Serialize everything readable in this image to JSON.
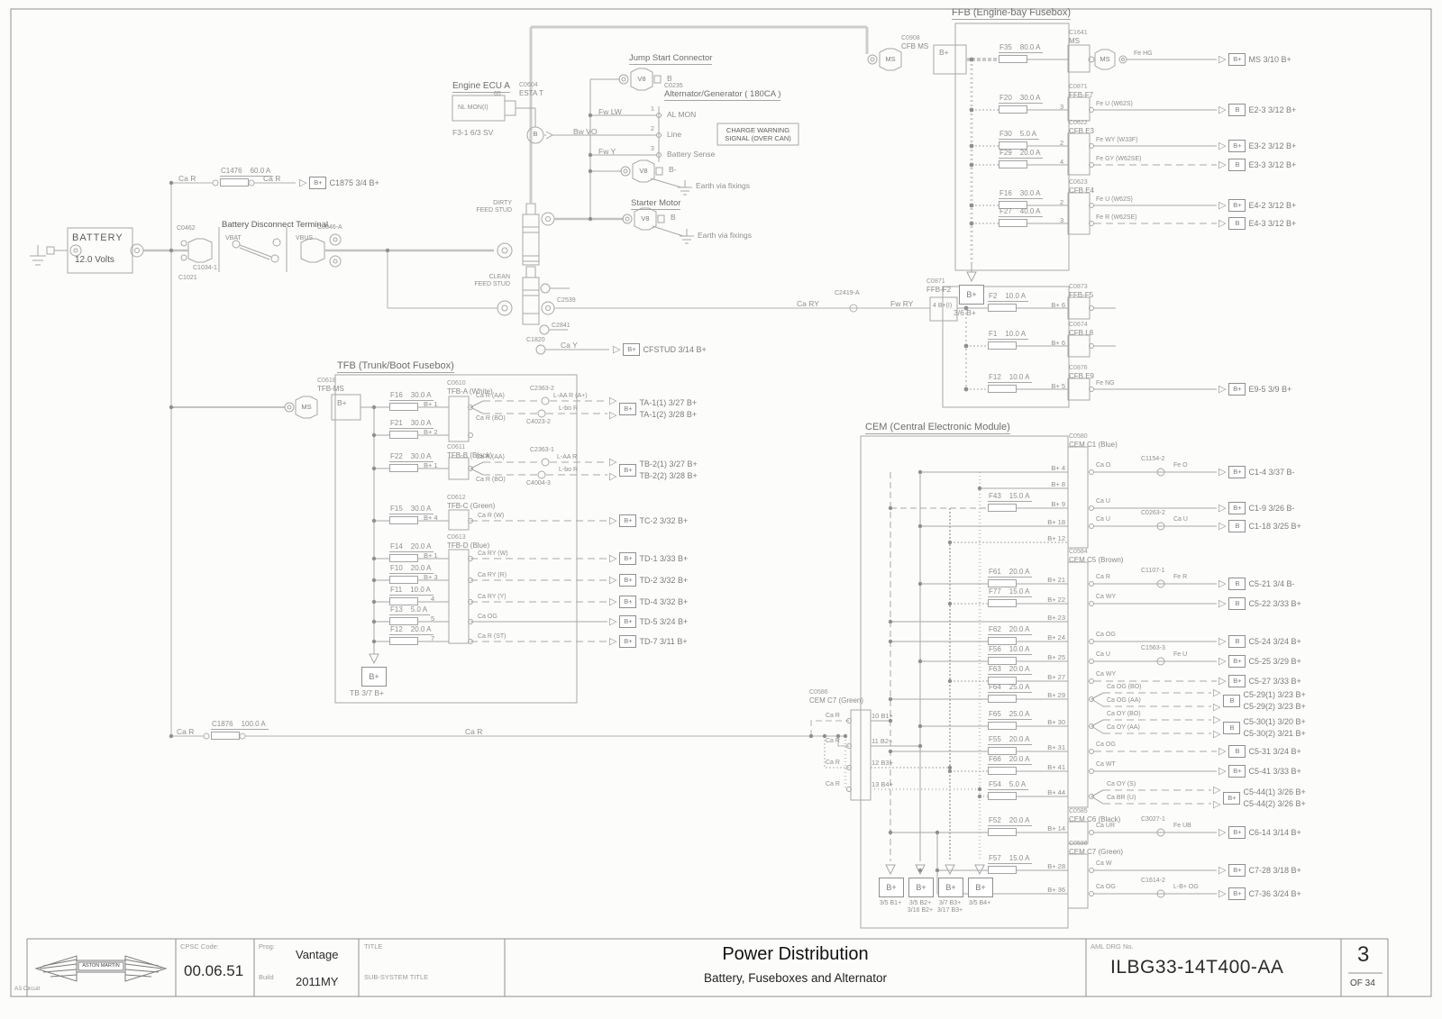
{
  "icons": {
    "dest_arrow": "▷"
  },
  "sheet": {
    "corner": "A3  Circuit"
  },
  "titleblock": {
    "logo": "ASTON MARTIN",
    "cpsc_label": "CPSC Code:",
    "cpsc": "00.06.51",
    "prog_label": "Prog:",
    "prog": "Vantage",
    "build_label": "Build",
    "build": "2011MY",
    "title_label": "TITLE",
    "subtitle_label": "SUB-SYSTEM TITLE",
    "title": "Power Distribution",
    "subtitle": "Battery, Fuseboxes and Alternator",
    "drg_label": "AML DRG No.",
    "drg": "ILBG33-14T400-AA",
    "page": "3",
    "of": "OF 34"
  },
  "battery": {
    "name": "BATTERY",
    "volts": "12.0 Volts",
    "c1": "C0462",
    "c2": "C1034-1",
    "c3": "C1021"
  },
  "disconnect": {
    "title": "Battery Disconnect Terminal",
    "vbat": "VBAT",
    "vbus": "VBUS",
    "conn": "C0046-A"
  },
  "linkA": {
    "wire_l": "Ca R",
    "conn": "C1476",
    "amps": "60.0 A",
    "wire_r": "Ca R",
    "dest_pin": "B+",
    "dest": "C1875 3/4 B+"
  },
  "linkB": {
    "wire_l": "Ca R",
    "conn": "C1876",
    "amps": "100.0 A",
    "wire_r": "Ca R"
  },
  "ecu": {
    "title": "Engine ECU A",
    "inner": "NL MON(I)",
    "conn": "C0604",
    "conn_name": "ESTA T",
    "pin": "65",
    "ref": "F3-1 6/3 SV",
    "circle": "B"
  },
  "jump": {
    "title": "Jump Start Connector",
    "icon": "V8",
    "pin": "B"
  },
  "alt": {
    "conn": "C0235",
    "title": "Alternator/Generator ( 180CA )",
    "p1": "1",
    "p1n": "AL MON",
    "w1": "Fw LW",
    "p2": "2",
    "p2n": "Line",
    "w2": "Bw VO",
    "p3": "3",
    "p3n": "Battery Sense",
    "w3": "Fw Y",
    "warn1": "CHARGE WARNING",
    "warn2": "SIGNAL (OVER CAN)",
    "icon": "V8",
    "pin": "B-",
    "earth": "Earth via fixings"
  },
  "starter": {
    "title": "Starter Motor",
    "icon": "V8",
    "pin": "B",
    "earth": "Earth via fixings"
  },
  "studs": {
    "dirty1": "DIRTY",
    "dirty2": "FEED STUD",
    "clean1": "CLEAN",
    "clean2": "FEED STUD",
    "c1": "C2539",
    "c2": "C2841",
    "c3": "C1820",
    "wire": "Ca Y",
    "dest_pin": "B+",
    "dest": "CFSTUD 3/14 B+"
  },
  "ffb": {
    "title": "FFB (Engine-bay Fusebox)",
    "in_conn": "C0908",
    "in_name": "CFB MS",
    "in_icon": "MS",
    "in_pin": "B+",
    "ms": {
      "fuse": "F35",
      "amps": "80.0 A",
      "conn": "C1641",
      "name": "MS",
      "icon": "MS",
      "wire": "Fe HG",
      "dest_pin": "B+",
      "dest": "MS 3/10 B+"
    },
    "g1_conn": "C0871",
    "g1_name": "FFB-F7",
    "f20": {
      "fuse": "F20",
      "amps": "30.0 A",
      "pin": "3",
      "wire": "Fe U (W62S)",
      "dest_pin": "B",
      "dest": "E2-3 3/12 B+"
    },
    "g2_conn": "C0622",
    "g2_name": "CFB E3",
    "f30": {
      "fuse": "F30",
      "amps": "5.0 A",
      "pin": "2",
      "wire": "Fe WY (W33F)",
      "dest_pin": "B+",
      "dest": "E3-2 3/12 B+"
    },
    "f29": {
      "fuse": "F29",
      "amps": "20.0 A",
      "pin": "4",
      "wire": "Fe GY (W62SE)",
      "dest_pin": "B",
      "dest": "E3-3 3/12 B+"
    },
    "g3_conn": "C0623",
    "g3_name": "CFB E4",
    "f16": {
      "fuse": "F16",
      "amps": "30.0 A",
      "pin": "2",
      "wire": "Fe U (W62S)",
      "dest_pin": "B+",
      "dest": "E4-2 3/12 B+"
    },
    "f27": {
      "fuse": "F27",
      "amps": "40.0 A",
      "pin": "3",
      "wire": "Fe R (W62SE)",
      "dest_pin": "B",
      "dest": "E4-3 3/12 B+"
    },
    "bplus": "B+",
    "bplus_ref": "3/6 B+",
    "f2in_conn": "C0871",
    "f2in_name": "FFB-F2",
    "f2in_pin": "4  B+(I)",
    "f2in_wire": "Ca RY",
    "f2in_mid": "C2419-A",
    "f2in_wire2": "Fw RY",
    "g4_conn": "C0873",
    "g4_name": "FFB-F5",
    "f2": {
      "fuse": "F2",
      "amps": "10.0 A",
      "pin": "B+ 6"
    },
    "g5_conn": "C0674",
    "g5_name": "CFB L8",
    "f1": {
      "fuse": "F1",
      "amps": "10.0 A",
      "pin": "B+ 6"
    },
    "g6_conn": "C0876",
    "g6_name": "CFB E9",
    "f12": {
      "fuse": "F12",
      "amps": "10.0 A",
      "pin": "B+ 5",
      "wire": "Fe NG",
      "dest_pin": "B+",
      "dest": "E9-5 3/9 B+"
    }
  },
  "tfb": {
    "title": "TFB (Trunk/Boot Fusebox)",
    "in_conn": "C0618",
    "in_name": "TFB-MS",
    "in_icon": "MS",
    "in_pin": "B+",
    "ga_conn": "C0610",
    "ga_name": "TFB-A (White)",
    "f16": {
      "fuse": "F16",
      "amps": "30.0 A",
      "pin": "B+ 1",
      "w1": "Ca R (AA)",
      "m1": "C2363-2",
      "mw1": "L-AA R (A+)",
      "w2": "Ca R (BO)",
      "m2": "C4023-2",
      "mw2": "L-bo R",
      "dest_pin": "B+",
      "d1": "TA-1(1) 3/27 B+",
      "d2": "TA-1(2) 3/28 B+"
    },
    "f21": {
      "fuse": "F21",
      "amps": "30.0 A",
      "pin": "B+ 2"
    },
    "gb_conn": "C0611",
    "gb_name": "TFB-B (Black)",
    "f22": {
      "fuse": "F22",
      "amps": "30.0 A",
      "pin": "B+ 1",
      "w1": "Ca R (AA)",
      "m1": "C2363-1",
      "mw1": "L-AA R",
      "w2": "Ca R (BO)",
      "m2": "C4004-3",
      "mw2": "L-bo R",
      "dest_pin": "B+",
      "d1": "TB-2(1) 3/27 B+",
      "d2": "TB-2(2) 3/28 B+"
    },
    "gc_conn": "C0612",
    "gc_name": "TFB-C (Green)",
    "f15": {
      "fuse": "F15",
      "amps": "30.0 A",
      "pin": "B+ 4",
      "wire": "Ca R (W)",
      "dest_pin": "B+",
      "dest": "TC-2 3/32 B+"
    },
    "gd_conn": "C0613",
    "gd_name": "TFB-D (Blue)",
    "f14": {
      "fuse": "F14",
      "amps": "20.0 A",
      "pin": "B+ 1",
      "wire": "Ca RY (W)",
      "dest_pin": "B+",
      "dest": "TD-1 3/33 B+"
    },
    "f10": {
      "fuse": "F10",
      "amps": "20.0 A",
      "pin": "B+ 3",
      "wire": "Ca RY (R)",
      "dest_pin": "B+",
      "dest": "TD-2 3/32 B+"
    },
    "f11": {
      "fuse": "F11",
      "amps": "10.0 A",
      "pin": "4",
      "wire": "Ca RY (Y)",
      "dest_pin": "B+",
      "dest": "TD-4 3/32 B+"
    },
    "f13": {
      "fuse": "F13",
      "amps": "5.0 A",
      "pin": "5",
      "wire": "Ca OG",
      "dest_pin": "B+",
      "dest": "TD-5 3/24 B+"
    },
    "f12": {
      "fuse": "F12",
      "amps": "20.0 A",
      "pin": "7",
      "wire": "Ca R (ST)",
      "dest_pin": "B+",
      "dest": "TD-7 3/11 B+"
    },
    "bplus": "B+",
    "bplus_ref": "TB 3/7 B+"
  },
  "cem": {
    "title": "CEM (Central Electronic Module)",
    "c1_conn": "C0580",
    "c1_name": "CEM C1 (Blue)",
    "r1": {
      "pin": "B+ 4",
      "wire": "Ca O",
      "mid": "C1154-2",
      "mw": "Fe O",
      "dest_pin": "B+",
      "dest": "C1-4 3/37 B-"
    },
    "r2": {
      "pin": "B+ 8"
    },
    "r3": {
      "fuse": "F43",
      "amps": "15.0 A",
      "pin": "B+ 9",
      "wire": "Ca U",
      "dest_pin": "B+",
      "dest": "C1-9 3/26 B-"
    },
    "r4": {
      "pin": "B+ 18",
      "wire": "Ca U",
      "mid": "C0263-2",
      "mw": "Ca U",
      "dest_pin": "B",
      "dest": "C1-18 3/25 B+"
    },
    "r5": {
      "pin": "B+ 12"
    },
    "c5_conn": "C0584",
    "c5_name": "CEM C5 (Brown)",
    "f61": {
      "fuse": "F61",
      "amps": "20.0 A",
      "pin": "B+ 21",
      "wire": "Ca R",
      "mid": "C1107-1",
      "mw": "Fe R",
      "dest_pin": "B",
      "dest": "C5-21 3/4 B-"
    },
    "f77": {
      "fuse": "F77",
      "amps": "15.0 A",
      "pin": "B+ 22",
      "wire": "Ca WY",
      "dest_pin": "B",
      "dest": "C5-22 3/33 B+"
    },
    "r23": {
      "pin": "B+ 23"
    },
    "f62": {
      "fuse": "F62",
      "amps": "20.0 A",
      "pin": "B+ 24",
      "wire": "Ca OG",
      "dest_pin": "B",
      "dest": "C5-24 3/24 B+"
    },
    "f56": {
      "fuse": "F56",
      "amps": "10.0 A",
      "pin": "B+ 25",
      "wire": "Ca U",
      "mid": "C1563-3",
      "mw": "Fe U",
      "dest_pin": "B+",
      "dest": "C5-25 3/29 B+"
    },
    "f63": {
      "fuse": "F63",
      "amps": "20.0 A",
      "pin": "B+ 27",
      "wire": "Ca WY",
      "dest_pin": "B+",
      "dest": "C5-27 3/33 B+"
    },
    "f64": {
      "fuse": "F64",
      "amps": "25.0 A",
      "pin": "B+ 29",
      "w1": "Ca OG (BO)",
      "w2": "Ca OG (AA)",
      "dest_pin": "B",
      "d1": "C5-29(1) 3/23 B+",
      "d2": "C5-29(2) 3/23 B+"
    },
    "f65": {
      "fuse": "F65",
      "amps": "25.0 A",
      "pin": "B+ 30",
      "w1": "Ca OY (BO)",
      "w2": "Ca OY (AA)",
      "dest_pin": "B",
      "d1": "C5-30(1) 3/20 B+",
      "d2": "C5-30(2) 3/21 B+"
    },
    "f55": {
      "fuse": "F55",
      "amps": "20.0 A",
      "pin": "B+ 31",
      "wire": "Ca OG",
      "dest_pin": "B",
      "dest": "C5-31 3/24 B+"
    },
    "f66": {
      "fuse": "F66",
      "amps": "20.0 A",
      "pin": "B+ 41",
      "wire": "Ca WT",
      "dest_pin": "B+",
      "dest": "C5-41 3/33 B+"
    },
    "f54": {
      "fuse": "F54",
      "amps": "5.0 A",
      "pin": "B+ 44",
      "w1": "Ca OY (S)",
      "w2": "Ca BR (U)",
      "dest_pin": "B+",
      "d1": "C5-44(1) 3/26 B+",
      "d2": "C5-44(2) 3/26 B+"
    },
    "c6_conn": "C0585",
    "c6_name": "CEM C6 (Black)",
    "f52": {
      "fuse": "F52",
      "amps": "20.0 A",
      "pin": "B+ 14",
      "wire": "Ca UR",
      "mid": "C3027-1",
      "mw": "Fe UB",
      "dest_pin": "B+",
      "dest": "C6-14 3/14 B+"
    },
    "c7_conn": "C0586",
    "c7_name": "CEM C7 (Green)",
    "f57": {
      "fuse": "F57",
      "amps": "15.0 A",
      "pin": "B+ 28",
      "wire": "Ca W",
      "dest_pin": "B+",
      "dest": "C7-28 3/18 B+"
    },
    "r36": {
      "pin": "B+ 36",
      "wire": "Ca OG",
      "mid": "C1614-2",
      "mw": "L-B+ OG",
      "dest_pin": "B+",
      "dest": "C7-36 3/24 B+"
    },
    "left_conn": "C0586",
    "left_name": "CEM C7 (Green)",
    "b1": {
      "wire": "Ca R",
      "pin": "10  B1+"
    },
    "b2": {
      "wire": "Ca R",
      "pin": "11  B2+"
    },
    "b3": {
      "wire": "Ca R",
      "pin": "12  B3+"
    },
    "b4": {
      "wire": "Ca R",
      "pin": "13  B4+"
    },
    "bp": "B+",
    "o1": {
      "l1": "3/5 B1+",
      "l2": ""
    },
    "o2": {
      "l1": "3/5 B2+",
      "l2": "3/16 B2+"
    },
    "o3": {
      "l1": "3/7 B3+",
      "l2": "3/17 B3+"
    },
    "o4": {
      "l1": "3/5 B4+",
      "l2": ""
    }
  }
}
